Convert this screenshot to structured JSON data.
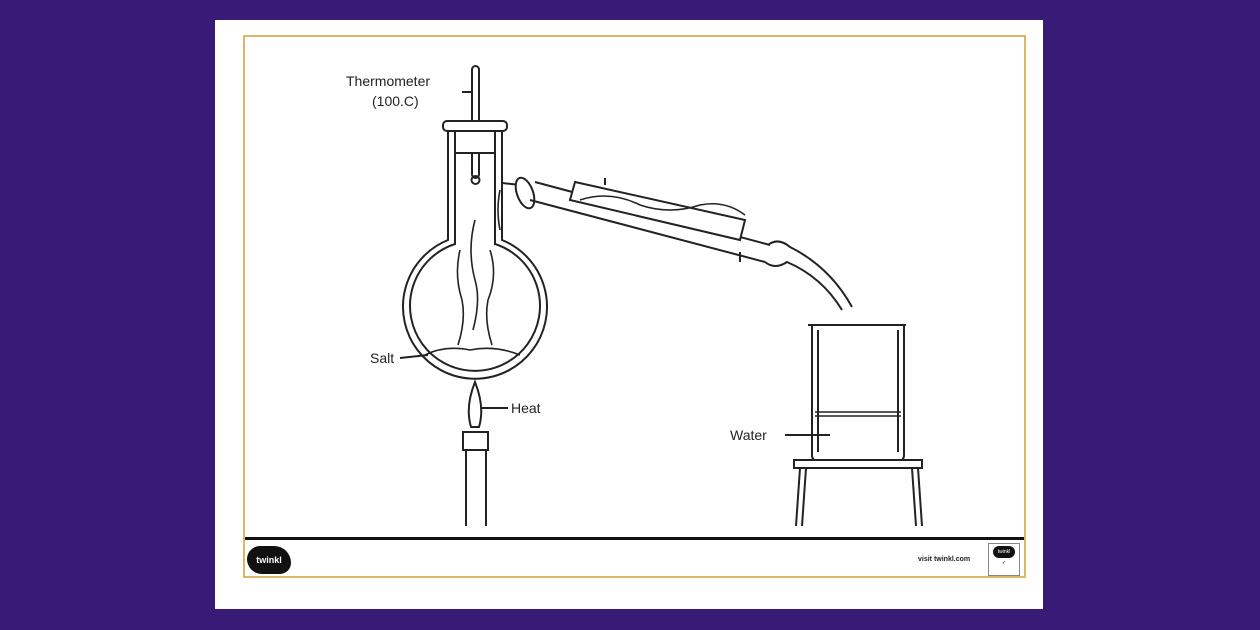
{
  "labels": {
    "thermometer": "Thermometer",
    "temperature": "(100.C)",
    "salt": "Salt",
    "heat": "Heat",
    "water": "Water"
  },
  "footer": {
    "logo": "twinkl",
    "url": "visit twinkl.com",
    "badge_logo": "twinkl"
  },
  "colors": {
    "background": "#371b76",
    "frame": "#e0b56a"
  }
}
